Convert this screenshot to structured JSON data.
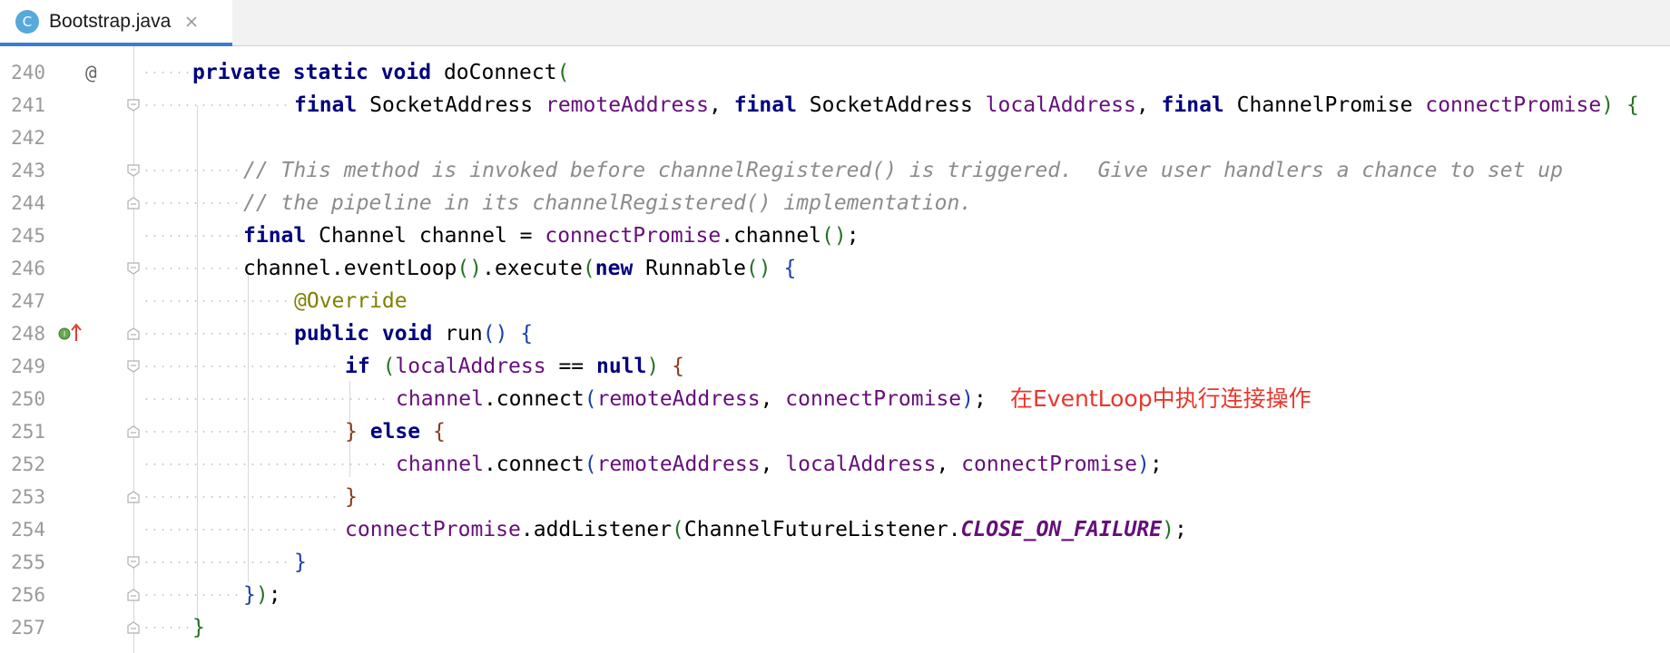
{
  "tab": {
    "icon_letter": "C",
    "title": "Bootstrap.java",
    "close_glyph": "×"
  },
  "gutter": {
    "override_marker": "@",
    "implements_marker": "I↑"
  },
  "lines": [
    {
      "n": "240",
      "text": "private static void doConnect("
    },
    {
      "n": "241",
      "text": "final SocketAddress remoteAddress, final SocketAddress localAddress, final ChannelPromise connectPromise) {"
    },
    {
      "n": "242",
      "text": ""
    },
    {
      "n": "243",
      "text": "// This method is invoked before channelRegistered() is triggered.  Give user handlers a chance to set up"
    },
    {
      "n": "244",
      "text": "// the pipeline in its channelRegistered() implementation."
    },
    {
      "n": "245",
      "text": "final Channel channel = connectPromise.channel();"
    },
    {
      "n": "246",
      "text": "channel.eventLoop().execute(new Runnable() {"
    },
    {
      "n": "247",
      "text": "@Override"
    },
    {
      "n": "248",
      "text": "public void run() {"
    },
    {
      "n": "249",
      "text": "if (localAddress == null) {"
    },
    {
      "n": "250",
      "text": "channel.connect(remoteAddress, connectPromise);"
    },
    {
      "n": "251",
      "text": "} else {"
    },
    {
      "n": "252",
      "text": "channel.connect(remoteAddress, localAddress, connectPromise);"
    },
    {
      "n": "253",
      "text": "}"
    },
    {
      "n": "254",
      "text": "connectPromise.addListener(ChannelFutureListener.CLOSE_ON_FAILURE);"
    },
    {
      "n": "255",
      "text": "}"
    },
    {
      "n": "256",
      "text": "});"
    },
    {
      "n": "257",
      "text": "}"
    }
  ],
  "annotation_text": "在EventLoop中执行连接操作",
  "colors": {
    "keyword": "#000080",
    "comment": "#8c8c8c",
    "annotation": "#808000",
    "parameter": "#660e7a",
    "highlight_note": "#e8372c",
    "tab_accent": "#3a7bd5"
  },
  "icons": {
    "file_type": "java-class-icon",
    "close": "close-icon",
    "fold": "fold-marker-icon"
  }
}
